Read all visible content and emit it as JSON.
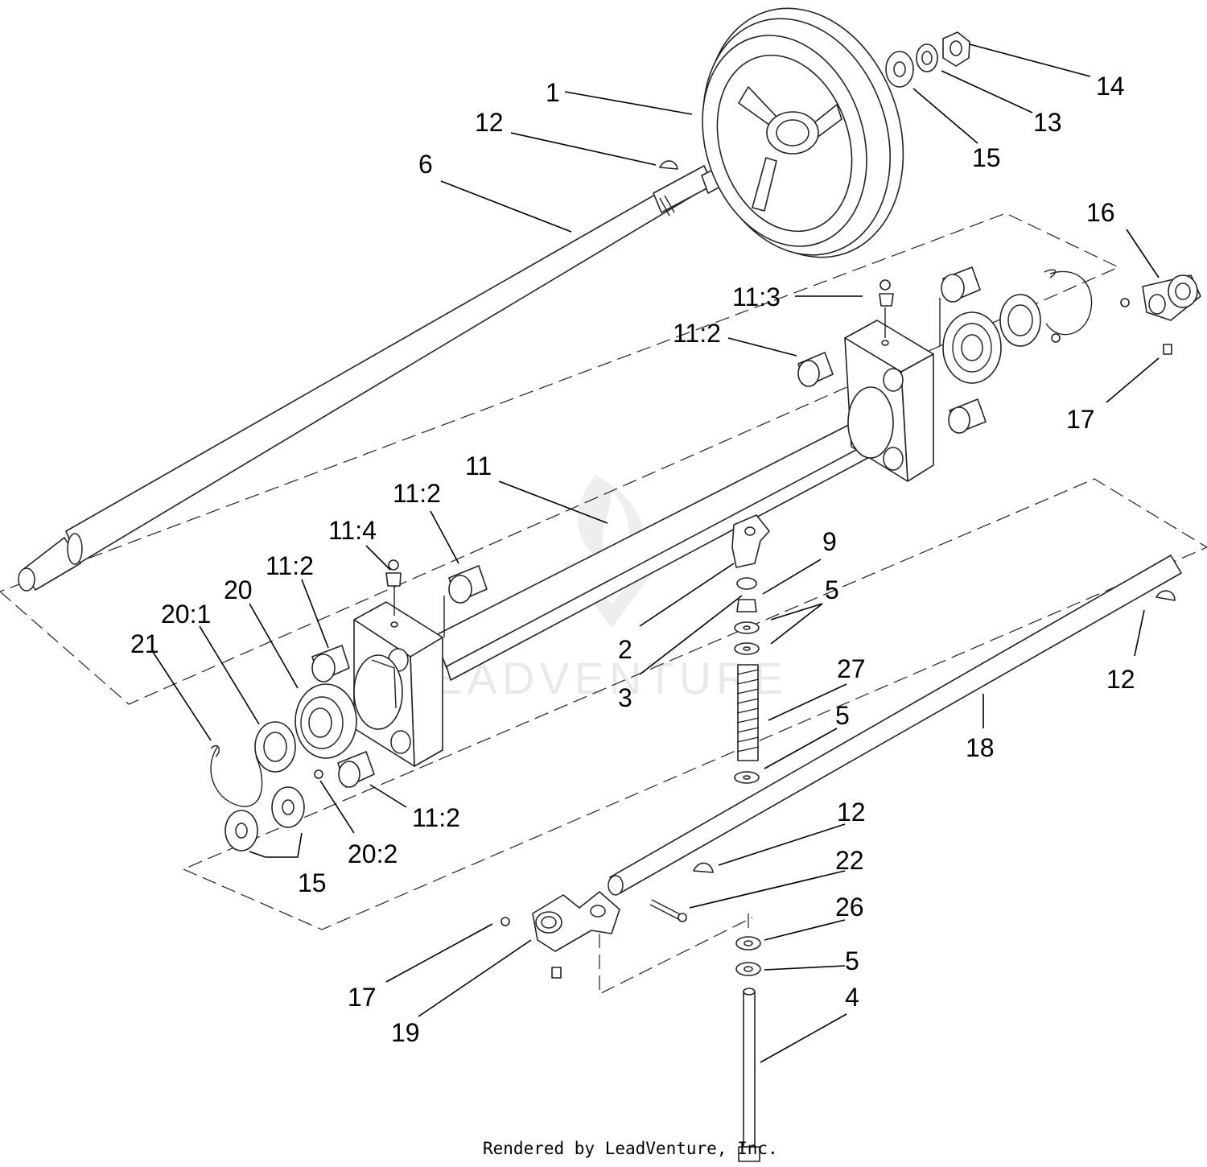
{
  "callouts": [
    {
      "id": "c1",
      "text": "1"
    },
    {
      "id": "c12a",
      "text": "12"
    },
    {
      "id": "c6",
      "text": "6"
    },
    {
      "id": "c14",
      "text": "14"
    },
    {
      "id": "c13",
      "text": "13"
    },
    {
      "id": "c15a",
      "text": "15"
    },
    {
      "id": "c16",
      "text": "16"
    },
    {
      "id": "c11_3",
      "text": "11:3"
    },
    {
      "id": "c11_2a",
      "text": "11:2"
    },
    {
      "id": "c17a",
      "text": "17"
    },
    {
      "id": "c11",
      "text": "11"
    },
    {
      "id": "c11_2b",
      "text": "11:2"
    },
    {
      "id": "c11_4",
      "text": "11:4"
    },
    {
      "id": "c11_2c",
      "text": "11:2"
    },
    {
      "id": "c20",
      "text": "20"
    },
    {
      "id": "c20_1",
      "text": "20:1"
    },
    {
      "id": "c21",
      "text": "21"
    },
    {
      "id": "c9",
      "text": "9"
    },
    {
      "id": "c5a",
      "text": "5"
    },
    {
      "id": "c2",
      "text": "2"
    },
    {
      "id": "c3",
      "text": "3"
    },
    {
      "id": "c27",
      "text": "27"
    },
    {
      "id": "c12b",
      "text": "12"
    },
    {
      "id": "c5b",
      "text": "5"
    },
    {
      "id": "c18",
      "text": "18"
    },
    {
      "id": "c11_2d",
      "text": "11:2"
    },
    {
      "id": "c20_2",
      "text": "20:2"
    },
    {
      "id": "c15b",
      "text": "15"
    },
    {
      "id": "c12c",
      "text": "12"
    },
    {
      "id": "c22",
      "text": "22"
    },
    {
      "id": "c26",
      "text": "26"
    },
    {
      "id": "c5c",
      "text": "5"
    },
    {
      "id": "c17b",
      "text": "17"
    },
    {
      "id": "c4",
      "text": "4"
    },
    {
      "id": "c19",
      "text": "19"
    }
  ],
  "watermark": "LEADVENTURE",
  "credit": "Rendered by LeadVenture, Inc."
}
